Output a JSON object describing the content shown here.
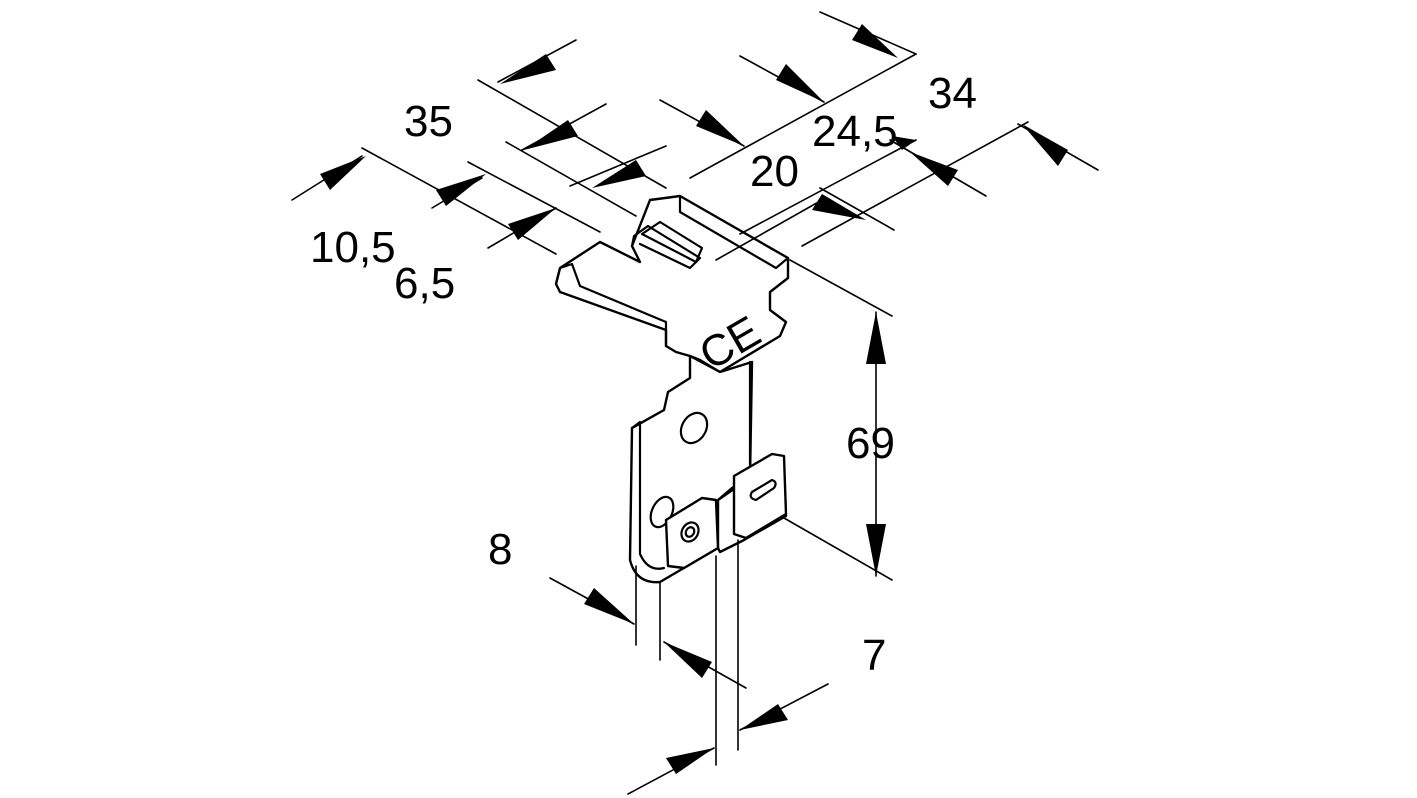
{
  "drawing": {
    "mark": "CE",
    "dimensions": {
      "d34": "34",
      "d35": "35",
      "d24_5": "24,5",
      "d20": "20",
      "d10_5": "10,5",
      "d6_5": "6,5",
      "d69": "69",
      "d8": "8",
      "d7": "7"
    }
  }
}
